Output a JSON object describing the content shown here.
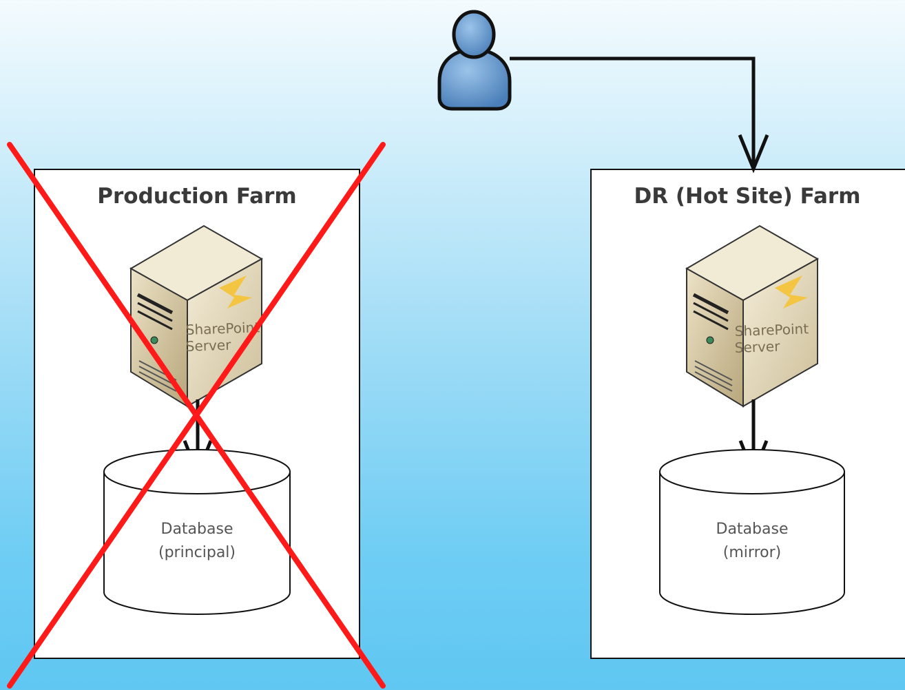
{
  "farms": {
    "production": {
      "title": "Production Farm",
      "server_logo": {
        "brand": "SharePoint",
        "line2": "Server"
      },
      "database": {
        "label": "Database",
        "role": "(principal)"
      },
      "status": "failed"
    },
    "dr": {
      "title": "DR (Hot Site) Farm",
      "server_logo": {
        "brand": "SharePoint",
        "line2": "Server"
      },
      "database": {
        "label": "Database",
        "role": "(mirror)"
      },
      "status": "active"
    }
  },
  "colors": {
    "cross": "#ff1a1a",
    "user_icon": "#5b8fc7",
    "server_body": "#e6dcc0"
  },
  "icons": [
    "user-icon",
    "server-icon",
    "database-icon",
    "failure-cross-icon",
    "arrow-icon"
  ]
}
